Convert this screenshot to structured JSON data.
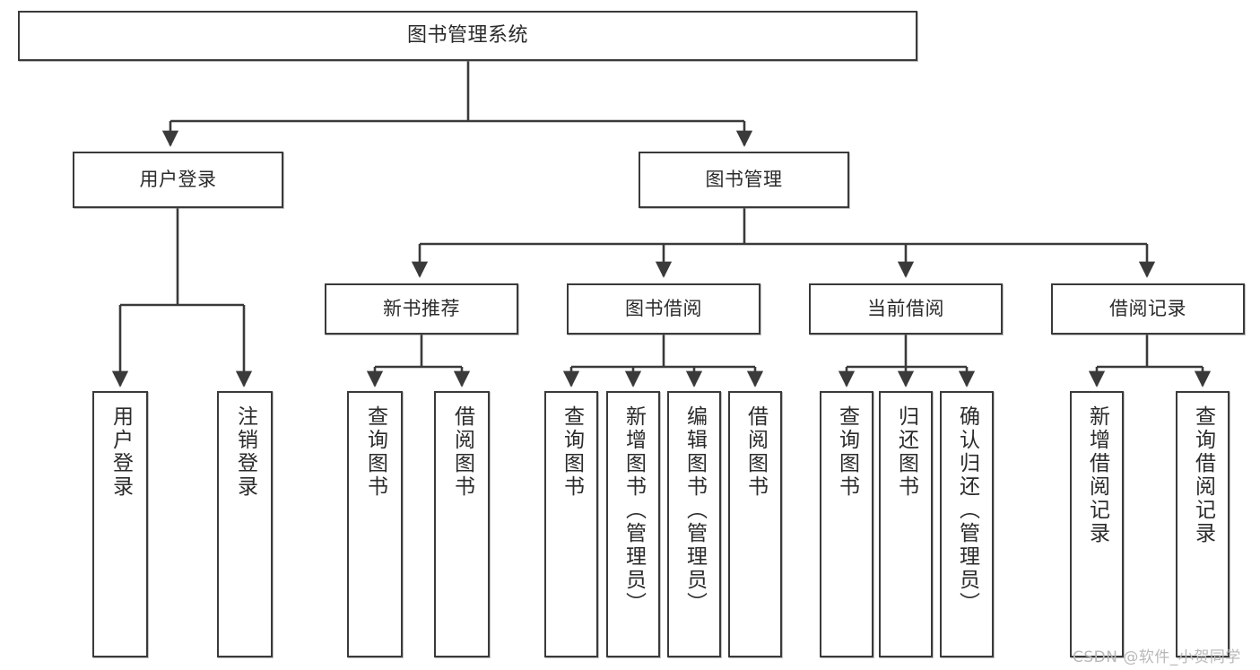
{
  "diagram": {
    "type": "hierarchy-tree",
    "title": "图书管理系统",
    "levels": 4,
    "root": {
      "label": "图书管理系统"
    },
    "level2": [
      {
        "label": "用户登录"
      },
      {
        "label": "图书管理"
      }
    ],
    "level3": [
      {
        "label": "新书推荐"
      },
      {
        "label": "图书借阅"
      },
      {
        "label": "当前借阅"
      },
      {
        "label": "借阅记录"
      }
    ],
    "leaves": {
      "user_login": [
        {
          "label": "用户登录"
        },
        {
          "label": "注销登录"
        }
      ],
      "new_book_recommend": [
        {
          "label": "查询图书"
        },
        {
          "label": "借阅图书"
        }
      ],
      "book_borrow": [
        {
          "label": "查询图书"
        },
        {
          "label": "新增图书（管理员）"
        },
        {
          "label": "编辑图书（管理员）"
        },
        {
          "label": "借阅图书"
        }
      ],
      "current_borrow": [
        {
          "label": "查询图书"
        },
        {
          "label": "归还图书"
        },
        {
          "label": "确认归还（管理员）"
        }
      ],
      "borrow_record": [
        {
          "label": "新增借阅记录"
        },
        {
          "label": "查询借阅记录"
        }
      ]
    }
  },
  "watermark": {
    "text": "CSDN @软件_小贺同学"
  },
  "colors": {
    "stroke": "#3a3a3a",
    "fill": "#ffffff",
    "text": "#2b2b2b",
    "watermark": "#b9b9b9"
  }
}
